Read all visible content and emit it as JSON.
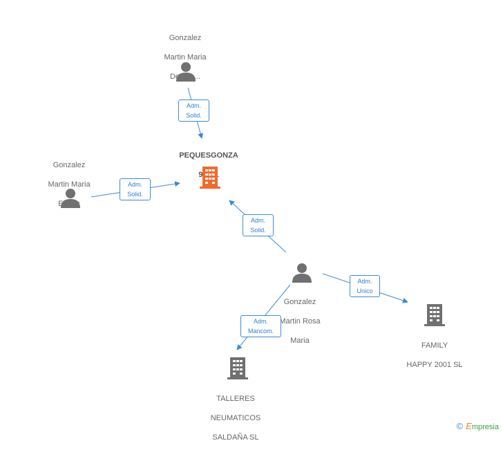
{
  "colors": {
    "edge": "#3b8ad9",
    "person": "#707070",
    "building": "#707070",
    "main_building": "#f26a2e"
  },
  "nodes": {
    "top_person": {
      "lines": [
        "Gonzalez",
        "Martin Maria",
        "De Las..."
      ]
    },
    "left_person": {
      "lines": [
        "Gonzalez",
        "Martin Maria",
        "Esther"
      ]
    },
    "center_person": {
      "lines": [
        "Gonzalez",
        "Martin Rosa",
        "Maria"
      ]
    },
    "main_company": {
      "lines": [
        "PEQUESGONZA",
        "95 SL"
      ]
    },
    "family_company": {
      "lines": [
        "FAMILY",
        "HAPPY 2001 SL"
      ]
    },
    "talleres_company": {
      "lines": [
        "TALLERES",
        "NEUMATICOS",
        "SALDAÑA  SL"
      ]
    }
  },
  "edges": {
    "top_to_main": {
      "lines": [
        "Adm.",
        "Solid."
      ]
    },
    "left_to_main": {
      "lines": [
        "Adm.",
        "Solid."
      ]
    },
    "center_to_main": {
      "lines": [
        "Adm.",
        "Solid."
      ]
    },
    "center_to_family": {
      "lines": [
        "Adm.",
        "Unico"
      ]
    },
    "center_to_talleres": {
      "lines": [
        "Adm.",
        "Mancom."
      ]
    }
  },
  "footer": {
    "copyright": "©",
    "brand_initial": "E",
    "brand_rest": "mpresia"
  }
}
